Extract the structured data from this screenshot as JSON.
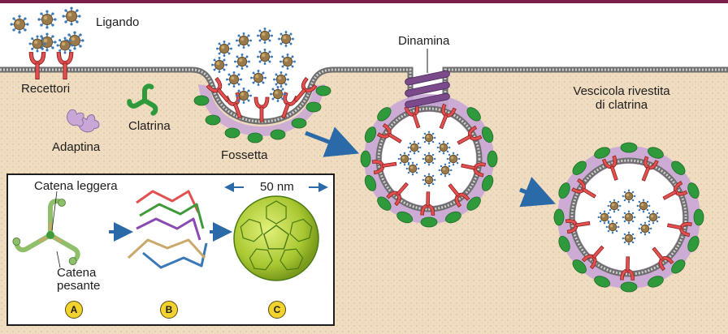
{
  "labels": {
    "ligand": "Ligando",
    "receptors": "Recettori",
    "clathrin": "Clatrina",
    "adaptin": "Adaptina",
    "pit": "Fossetta",
    "dynamin": "Dinamina",
    "vesicle": "Vescicola rivestita di clatrina",
    "light_chain": "Catena leggera",
    "heavy_chain": "Catena pesante",
    "size_scale": "50 nm"
  },
  "panel_badges": [
    "A",
    "B",
    "C"
  ],
  "colors": {
    "frame": "#7a1f4a",
    "extracellular": "#ffffff",
    "cytoplasm": "#f0dcc0",
    "membrane": "#8a8a8a",
    "clathrin": "#2f9a3c",
    "adaptin": "#c8a6d6",
    "receptor": "#e25050",
    "ligand_core": "#9a7a4a",
    "ligand_dots": "#3b78b8",
    "arrow": "#2b6aa8",
    "badge": "#f2d22c"
  }
}
